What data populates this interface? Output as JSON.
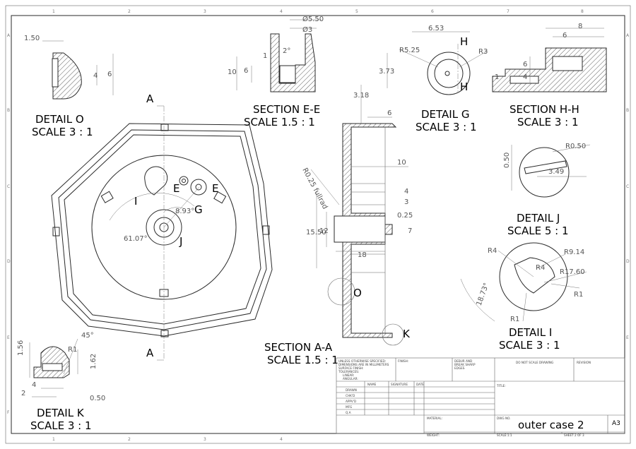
{
  "grid": {
    "columns": [
      "1",
      "2",
      "3",
      "4",
      "5",
      "6",
      "7",
      "8"
    ],
    "rows": [
      "A",
      "B",
      "C",
      "D",
      "E",
      "F"
    ]
  },
  "views": {
    "detail_o": {
      "title": "DETAIL O",
      "scale": "SCALE 3 : 1",
      "dims": [
        "1.50",
        "4",
        "6"
      ]
    },
    "section_ee": {
      "title": "SECTION E-E",
      "scale": "SCALE 1.5 : 1",
      "dims": [
        "Ø5.50",
        "Ø3",
        "2°",
        "10",
        "6",
        "1"
      ]
    },
    "detail_g": {
      "title": "DETAIL G",
      "scale": "SCALE 3 : 1",
      "dims": [
        "6.53",
        "R5.25",
        "R3",
        "3.73"
      ],
      "marker": "H"
    },
    "section_hh": {
      "title": "SECTION H-H",
      "scale": "SCALE 3 : 1",
      "dims": [
        "8",
        "6",
        "6",
        "4",
        "1"
      ]
    },
    "section_aa": {
      "title": "SECTION A-A",
      "scale": "SCALE 1.5 : 1",
      "dims": [
        "3.18",
        "6",
        "10",
        "4",
        "3",
        "0.25",
        "7",
        "15.50",
        "12",
        "18",
        "R0.25 fullrad"
      ]
    },
    "detail_j": {
      "title": "DETAIL J",
      "scale": "SCALE 5 : 1",
      "dims": [
        "0.50",
        "R0.50",
        "3.49"
      ]
    },
    "detail_i": {
      "title": "DETAIL I",
      "scale": "SCALE 3 : 1",
      "dims": [
        "R4",
        "R9.14",
        "R4",
        "R17.60",
        "R1",
        "R1",
        "18.73°"
      ]
    },
    "detail_k": {
      "title": "DETAIL K",
      "scale": "SCALE 3 : 1",
      "dims": [
        "1.56",
        "R1",
        "45°",
        "1.62",
        "4",
        "2",
        "0.50"
      ]
    },
    "main": {
      "markers": [
        "A",
        "A",
        "E",
        "E",
        "G",
        "I",
        "J",
        "O",
        "K"
      ],
      "dims": [
        "8.93°",
        "61.07°"
      ]
    }
  },
  "title_block": {
    "notes": [
      "UNLESS OTHERWISE SPECIFIED:",
      "DIMENSIONS ARE IN MILLIMETERS",
      "SURFACE FINISH:",
      "TOLERANCES:",
      "LINEAR:",
      "ANGULAR:"
    ],
    "finish": "FINISH:",
    "deburr": [
      "DEBUR AND",
      "BREAK SHARP",
      "EDGES"
    ],
    "do_not_scale": "DO NOT SCALE DRAWING",
    "revision": "REVISION",
    "headers": [
      "NAME",
      "SIGNATURE",
      "DATE"
    ],
    "rows": [
      "DRAWN",
      "CHK'D",
      "APPV'D",
      "MFG",
      "Q.A"
    ],
    "title_label": "TITLE:",
    "material": "MATERIAL:",
    "dwg_no": "DWG NO.",
    "part_name": "outer case 2",
    "sheet_size": "A3",
    "weight": "WEIGHT:",
    "scale": "SCALE:1:1",
    "sheet": "SHEET 2 OF 3"
  }
}
